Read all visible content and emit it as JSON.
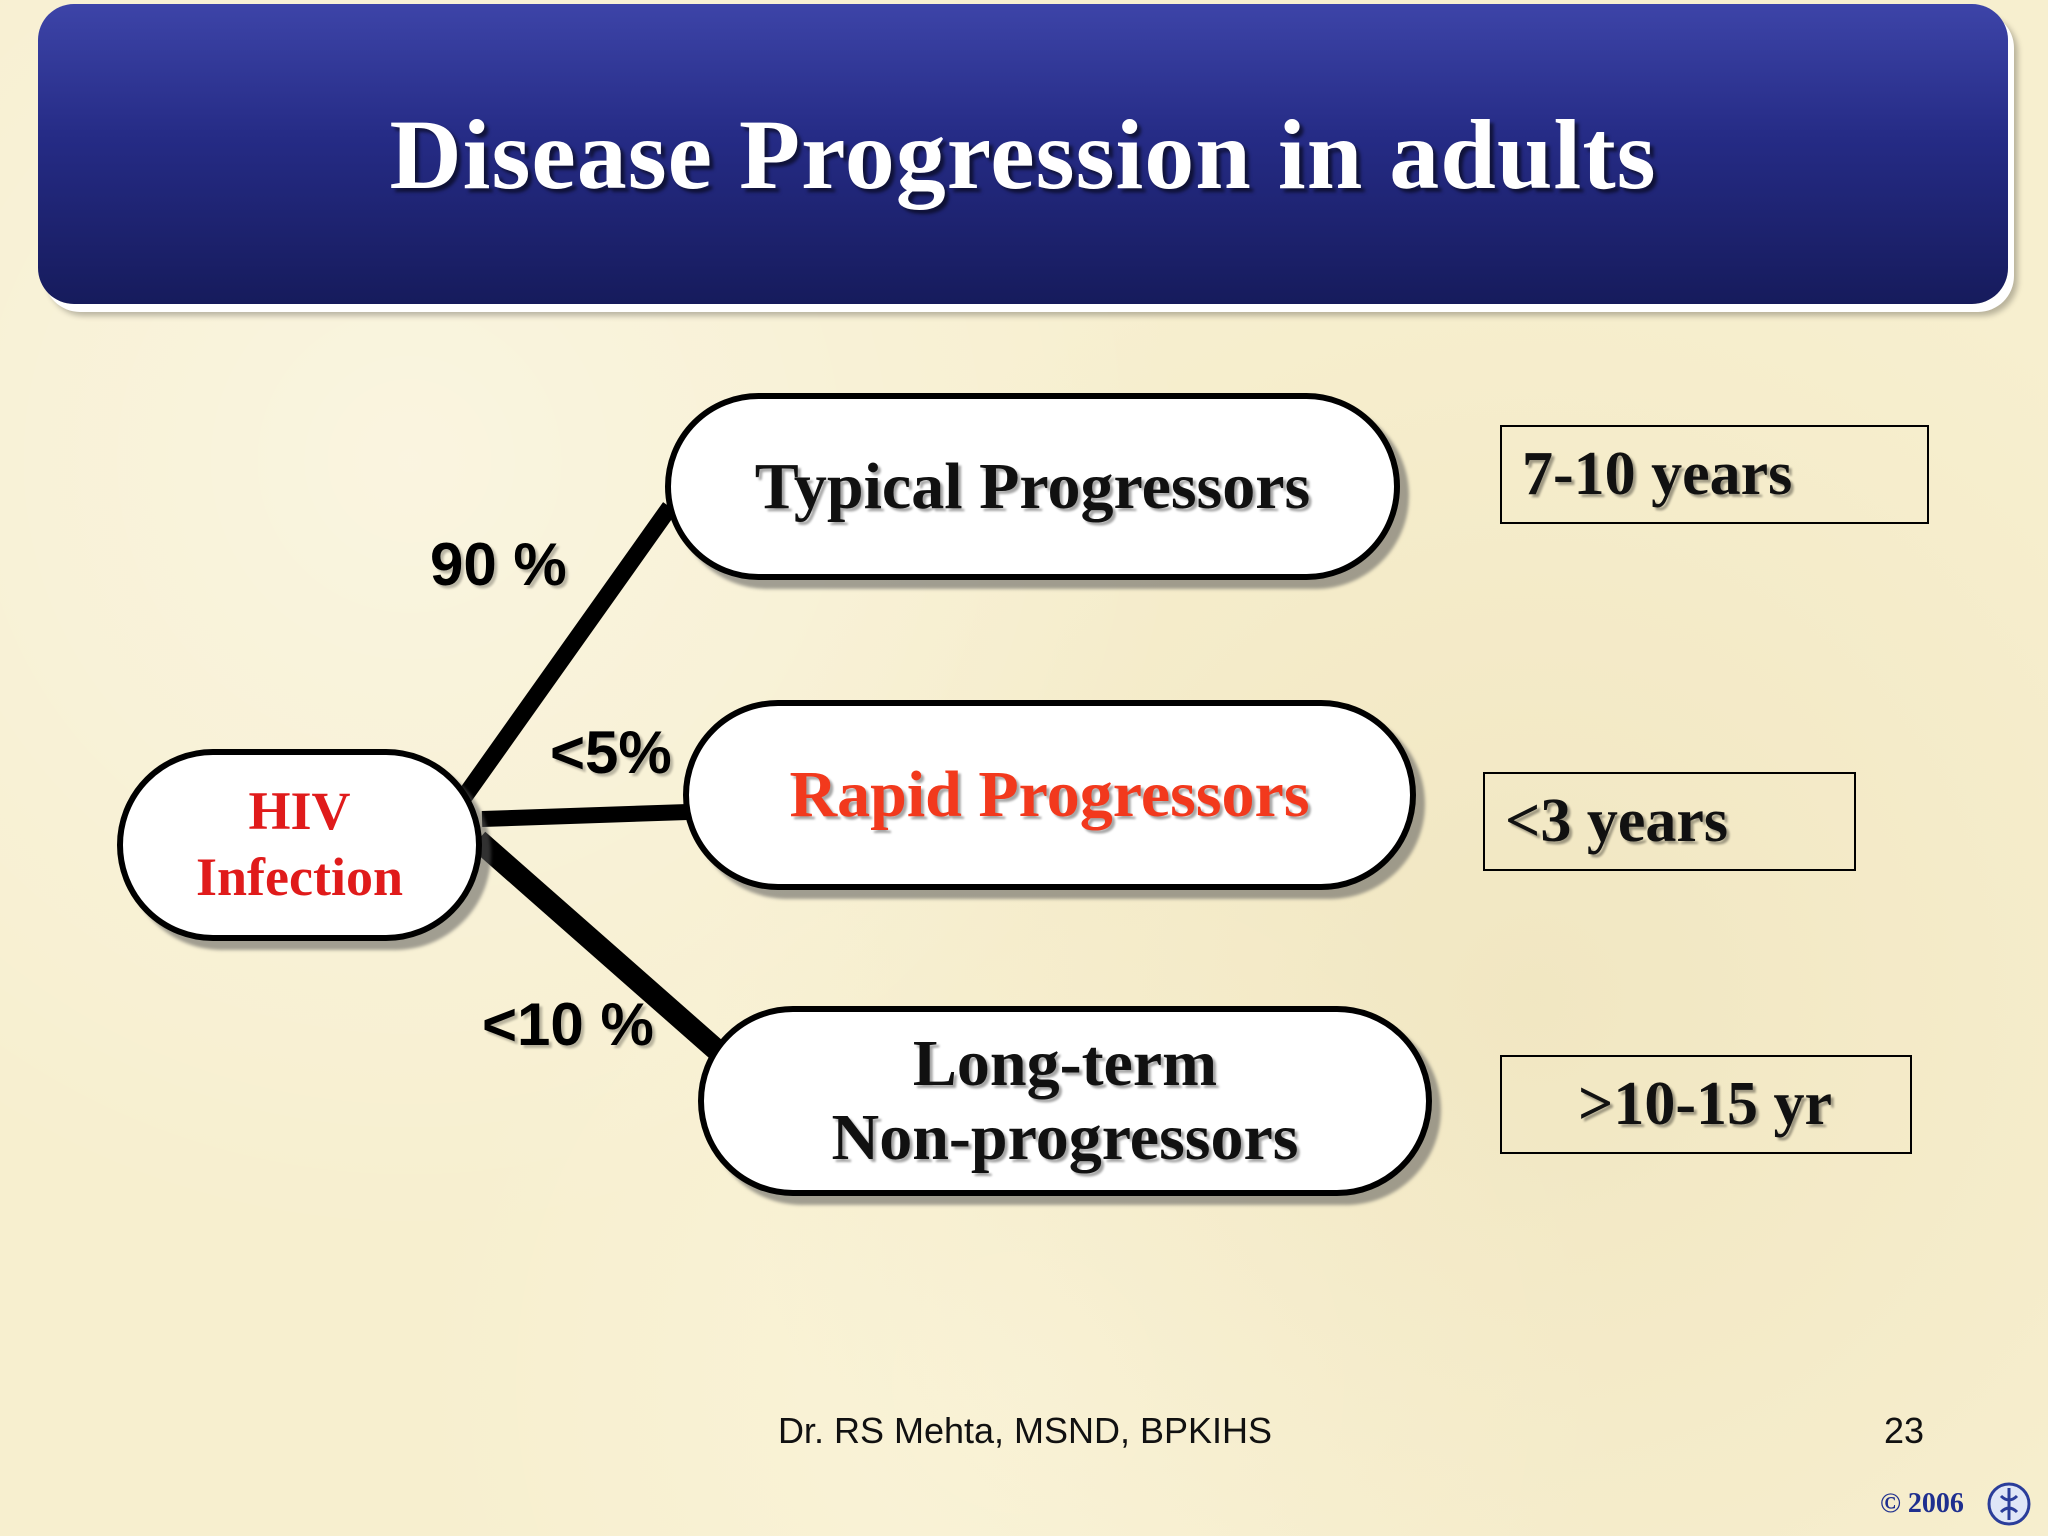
{
  "slide": {
    "title": "Disease Progression in adults",
    "page_number": "23",
    "footer": "Dr. RS Mehta, MSND, BPKIHS",
    "copyright": "© 2006"
  },
  "diagram": {
    "root": {
      "line1": "HIV",
      "line2": "Infection"
    },
    "branches": [
      {
        "label": "Typical Progressors",
        "percent": "90 %",
        "duration": "7-10 years"
      },
      {
        "label": "Rapid Progressors",
        "percent": "<5%",
        "duration": "<3 years"
      },
      {
        "label_line1": "Long-term",
        "label_line2": "Non-progressors",
        "percent": "<10 %",
        "duration": ">10-15 yr"
      }
    ]
  },
  "colors": {
    "title_bar": "#252b85",
    "rapid_text": "#f2391d",
    "hiv_text": "#e01b1b",
    "background": "#f7efcf"
  }
}
